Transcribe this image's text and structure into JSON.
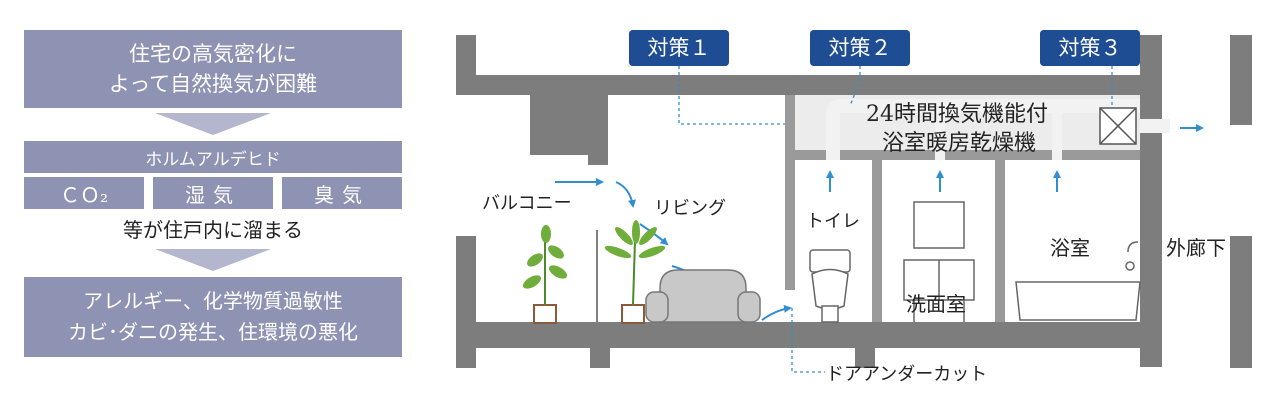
{
  "flow": {
    "box1_line1": "住宅の高気密化に",
    "box1_line2": "よって自然換気が困難",
    "box2": "ホルムアルデヒド",
    "pill_co2": "ＣＯ₂",
    "pill_humid": "湿気",
    "pill_odor": "臭気",
    "accumulate": "等が住戸内に溜まる",
    "box3_line1": "アレルギー、化学物質過敏性",
    "box3_line2": "カビ･ダニの発生、住環境の悪化"
  },
  "diagram": {
    "measure1": "対策１",
    "measure2": "対策２",
    "measure3": "対策３",
    "device_line1": "24時間換気機能付",
    "device_line2": "浴室暖房乾燥機",
    "balcony": "バルコニー",
    "living": "リビング",
    "toilet": "トイレ",
    "washroom": "洗面室",
    "bathroom": "浴室",
    "corridor": "外廊下",
    "door_undercut": "ドアアンダーカット"
  },
  "colors": {
    "flow_box": "#8e92b3",
    "arrow": "#b3b6cc",
    "badge": "#1e4d93",
    "wall": "#7d7d7d",
    "airflow": "#2f8fd0"
  }
}
